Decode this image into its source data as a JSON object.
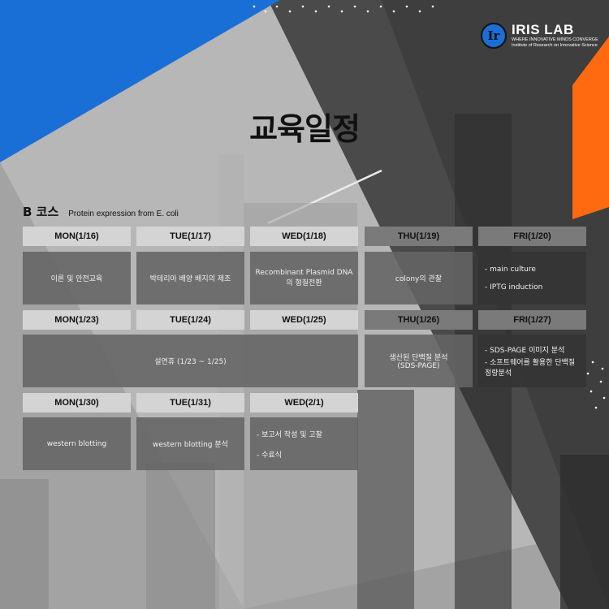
{
  "logo": {
    "badge": "Ir",
    "name": "IRIS LAB",
    "tagline": "WHERE INNOVATIVE MINDS CONVERGE",
    "institute": "Institute of Research on Innovative Science"
  },
  "title": "교육일정",
  "course": {
    "name": "B 코스",
    "description": "Protein expression from E. coli"
  },
  "week1": {
    "headers": [
      "MON(1/16)",
      "TUE(1/17)",
      "WED(1/18)",
      "THU(1/19)",
      "FRI(1/20)"
    ],
    "mon": "이론 및 안전교육",
    "tue": "박테리아 배양 배지의 제조",
    "wed": "Recombinant Plasmid DNA의 형질전환",
    "thu": "colony의 관찰",
    "fri": [
      "- main culture",
      "- IPTG induction"
    ]
  },
  "week2": {
    "headers": [
      "MON(1/23)",
      "TUE(1/24)",
      "WED(1/25)",
      "THU(1/26)",
      "FRI(1/27)"
    ],
    "holiday": "설연휴 (1/23 ~ 1/25)",
    "thu": "생산된 단백질 분석 (SDS-PAGE)",
    "fri": [
      "- SDS-PAGE 이미지 분석",
      "- 소프트웨어를 활용한 단백질 정량분석"
    ]
  },
  "week3": {
    "headers": [
      "MON(1/30)",
      "TUE(1/31)",
      "WED(2/1)"
    ],
    "mon": "western blotting",
    "tue": "western blotting 분석",
    "wed": [
      "- 보고서 작성 및 고찰",
      "- 수료식"
    ]
  },
  "colors": {
    "blue": "#1a6fd6",
    "orange": "#ff6a10",
    "dark": "#3c3c3c",
    "light": "#bdbdbd"
  }
}
